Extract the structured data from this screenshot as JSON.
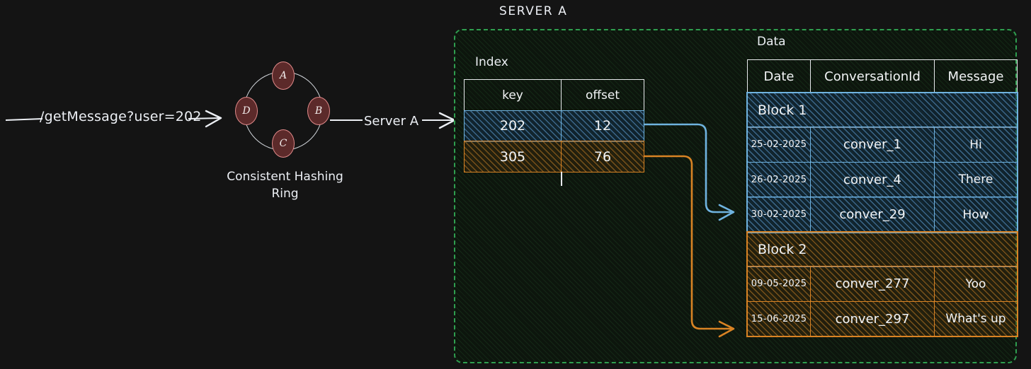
{
  "request": {
    "label": "/getMessage?user=202"
  },
  "ring": {
    "caption": "Consistent Hashing Ring",
    "nodes": [
      {
        "label": "A"
      },
      {
        "label": "B"
      },
      {
        "label": "C"
      },
      {
        "label": "D"
      }
    ]
  },
  "edge": {
    "server_label": "Server A"
  },
  "server": {
    "title": "SERVER A",
    "border_color": "#2f9e4f"
  },
  "index": {
    "title": "Index",
    "columns": [
      "key",
      "offset"
    ],
    "rows": [
      {
        "key": "202",
        "offset": "12",
        "highlight": "#6fb3e0"
      },
      {
        "key": "305",
        "offset": "76",
        "highlight": "#d98324"
      }
    ]
  },
  "data": {
    "title": "Data",
    "columns": [
      "Date",
      "ConversationId",
      "Message"
    ],
    "blocks": [
      {
        "label": "Block 1",
        "highlight": "#6fb3e0",
        "rows": [
          {
            "date": "25-02-2025",
            "conversation_id": "conver_1",
            "message": "Hi"
          },
          {
            "date": "26-02-2025",
            "conversation_id": "conver_4",
            "message": "There"
          },
          {
            "date": "30-02-2025",
            "conversation_id": "conver_29",
            "message": "How"
          }
        ]
      },
      {
        "label": "Block 2",
        "highlight": "#d98324",
        "rows": [
          {
            "date": "09-05-2025",
            "conversation_id": "conver_277",
            "message": "Yoo"
          },
          {
            "date": "15-06-2025",
            "conversation_id": "conver_297",
            "message": "What's up"
          }
        ]
      }
    ]
  },
  "connectors": [
    {
      "name": "index-202-to-block1",
      "color": "#6fb3e0"
    },
    {
      "name": "index-305-to-block2",
      "color": "#d98324"
    }
  ]
}
